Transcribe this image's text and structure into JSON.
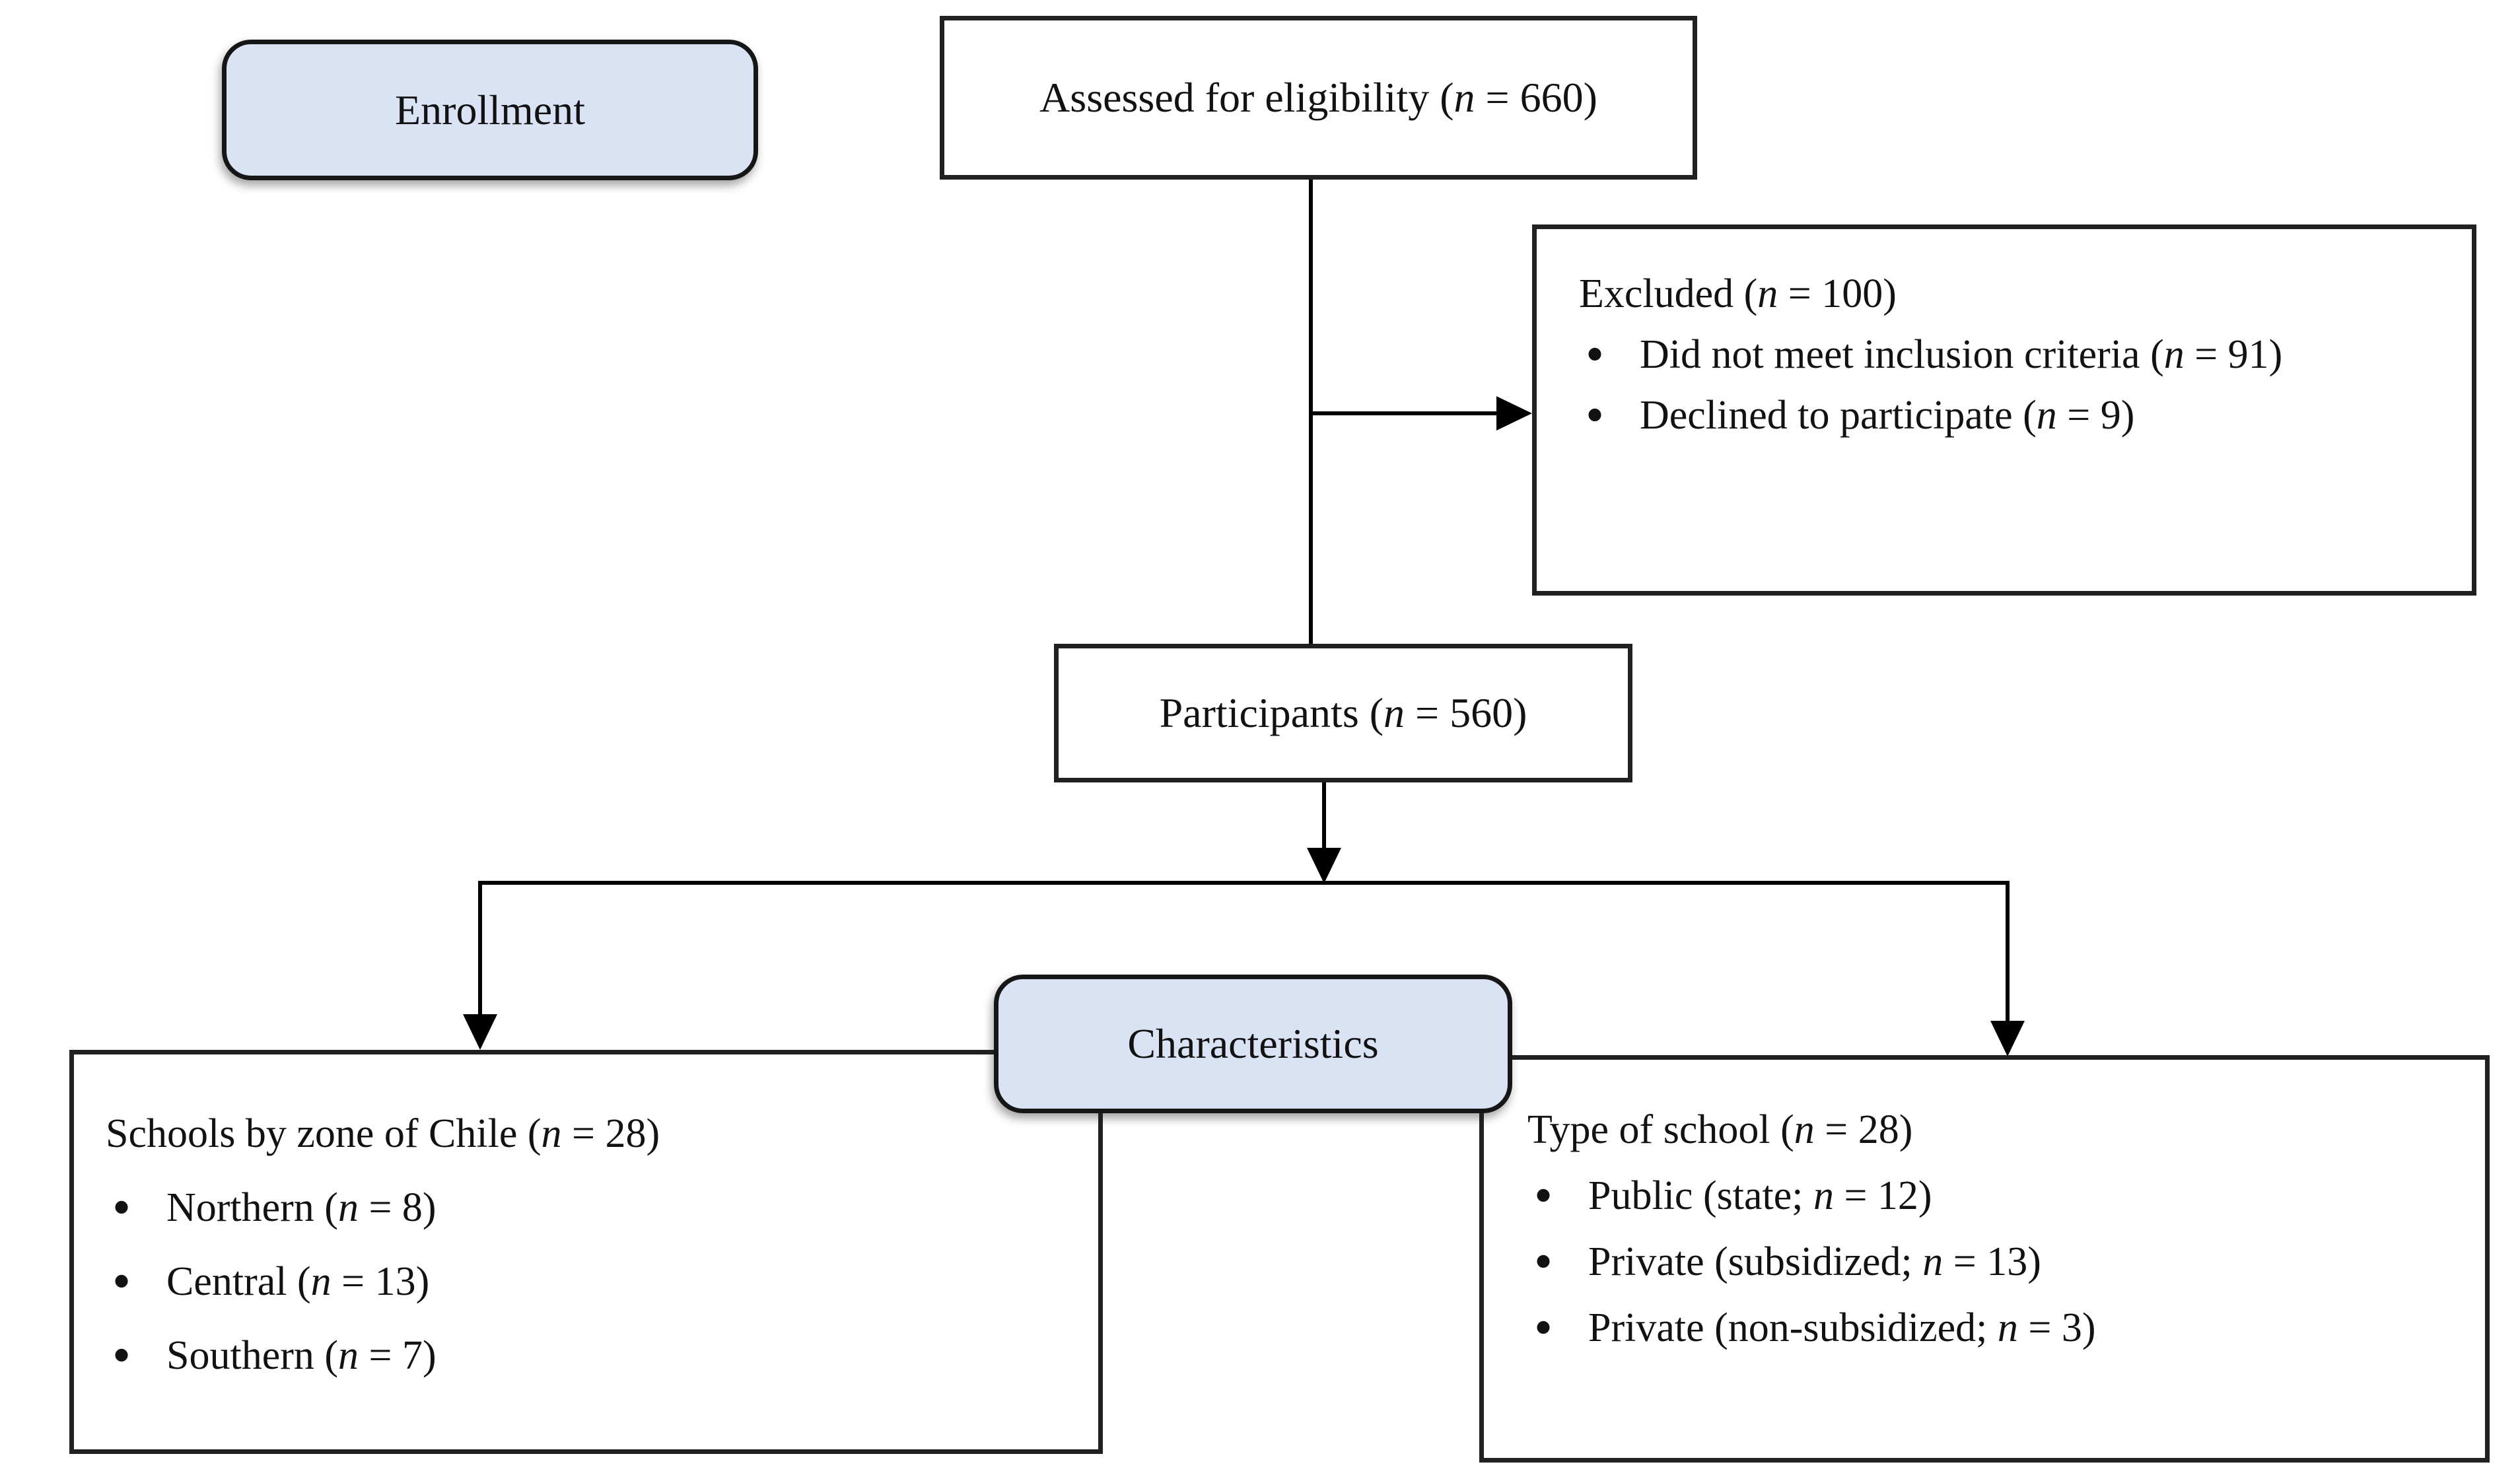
{
  "diagram": {
    "n_symbol": "n",
    "bullet_glyph": "•",
    "colors": {
      "stage_fill": "#dae3f3",
      "box_border": "#212121",
      "line": "#000000",
      "text": "#121212"
    },
    "stages": {
      "enrollment": "Enrollment",
      "characteristics": "Characteristics"
    },
    "boxes": {
      "assessed": {
        "pre": "Assessed for eligibility (",
        "post": " = 660)"
      },
      "participants": {
        "pre": "Participants (",
        "post": " = 560)"
      },
      "excluded": {
        "title": {
          "pre": "Excluded (",
          "post": " = 100)"
        },
        "bullets": [
          {
            "pre": "Did not meet inclusion criteria (",
            "post": " = 91)"
          },
          {
            "pre": "Declined to participate (",
            "post": " = 9)"
          }
        ]
      },
      "schools_by_zone": {
        "title": {
          "pre": "Schools by zone of Chile (",
          "post": " = 28)"
        },
        "bullets": [
          {
            "pre": "Northern (",
            "post": " = 8)"
          },
          {
            "pre": "Central (",
            "post": " = 13)"
          },
          {
            "pre": "Southern (",
            "post": " = 7)"
          }
        ]
      },
      "type_of_school": {
        "title": {
          "pre": "Type of school (",
          "post": " = 28)"
        },
        "bullets": [
          {
            "pre": "Public (state; ",
            "post": " = 12)"
          },
          {
            "pre": "Private (subsidized; ",
            "post": " = 13)"
          },
          {
            "pre": "Private (non-subsidized; ",
            "post": " = 3)"
          }
        ]
      }
    }
  }
}
